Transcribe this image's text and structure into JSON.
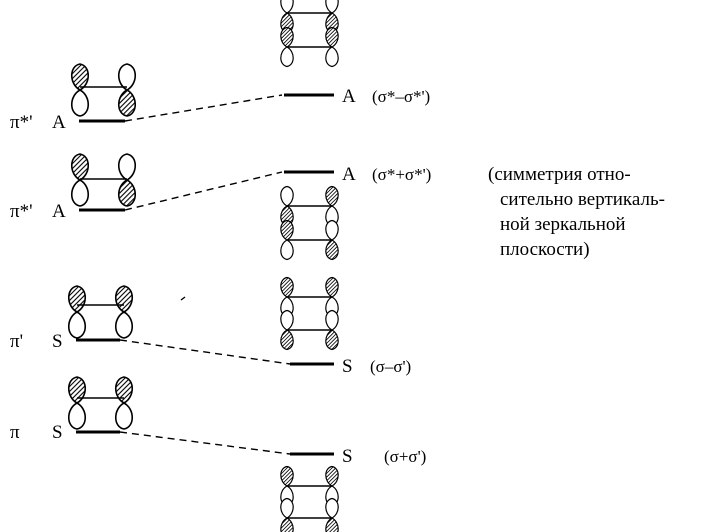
{
  "left_levels": [
    {
      "name": "π*'",
      "symmetry": "A"
    },
    {
      "name": "π*'",
      "symmetry": "A"
    },
    {
      "name": "π'",
      "symmetry": "S"
    },
    {
      "name": "π",
      "symmetry": "S"
    }
  ],
  "right_levels": [
    {
      "symmetry": "A",
      "label": "(σ*–σ*')"
    },
    {
      "symmetry": "A",
      "label": "(σ*+σ*')"
    },
    {
      "symmetry": "S",
      "label": "(σ–σ')"
    },
    {
      "symmetry": "S",
      "label": "(σ+σ')"
    }
  ],
  "note": [
    "(симметрия отно-",
    "сительно вертикаль-",
    "ной зеркальной",
    "плоскости)"
  ]
}
